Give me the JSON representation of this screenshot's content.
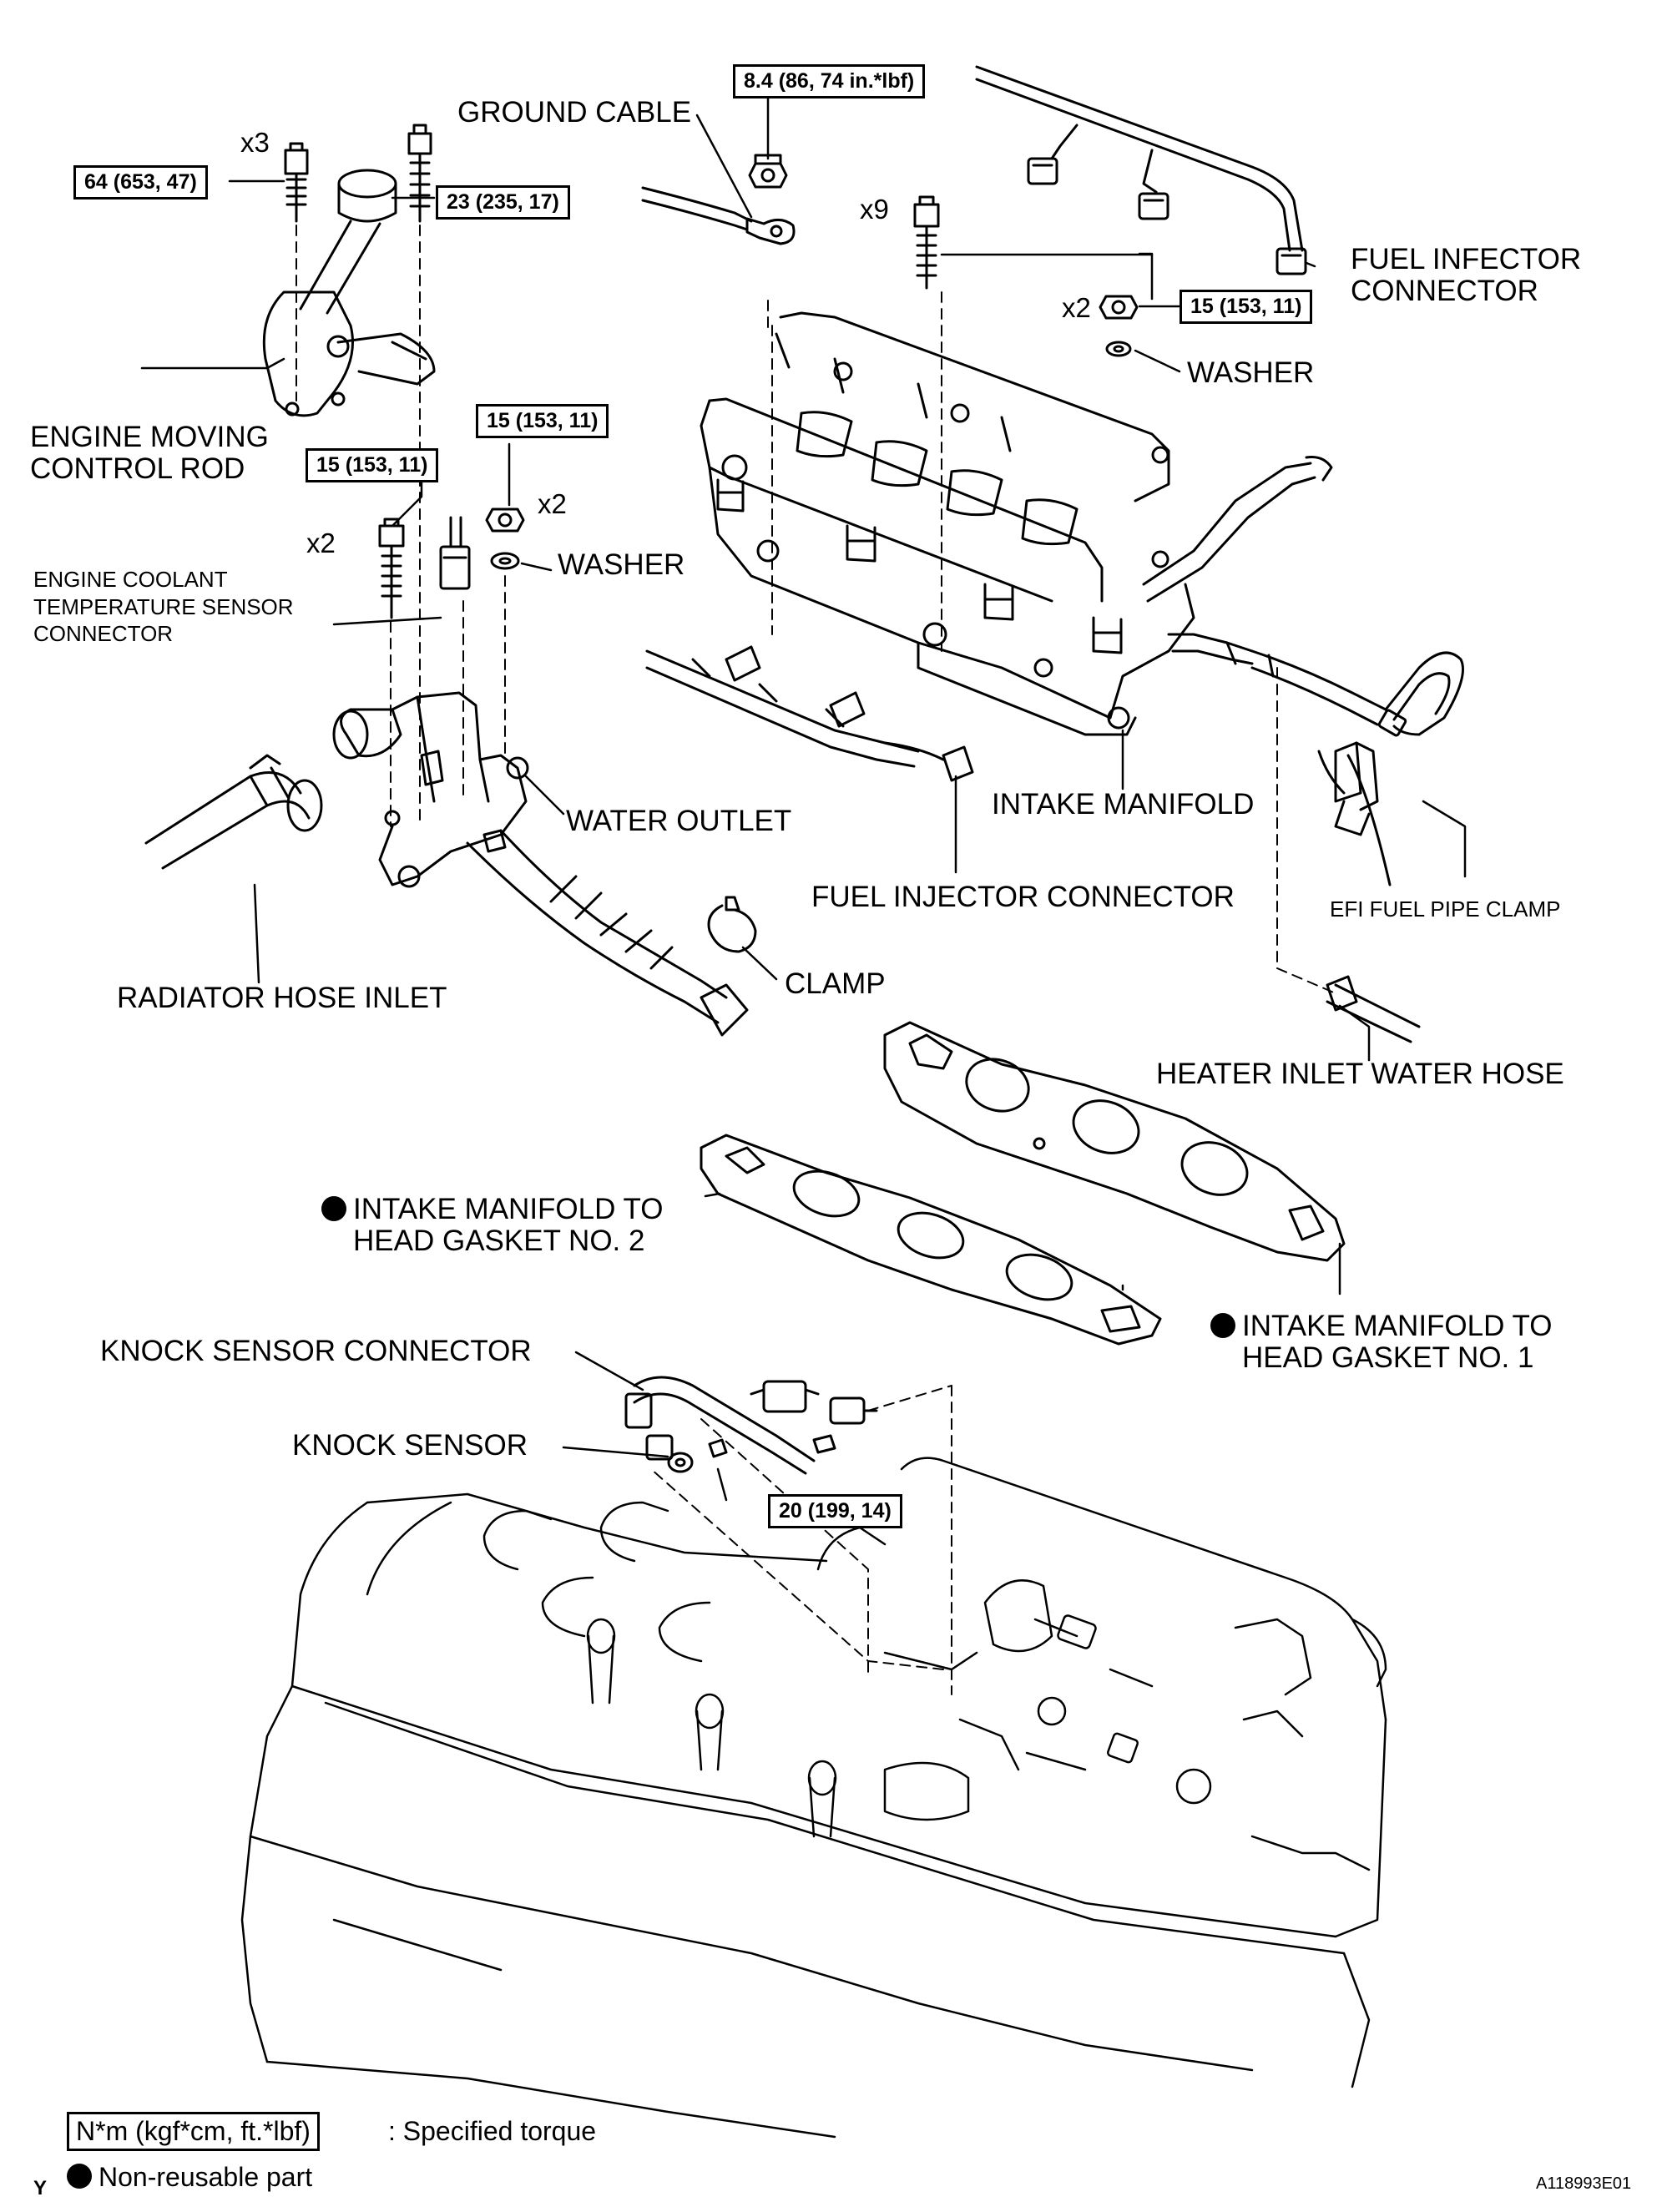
{
  "labels": {
    "ground_cable": "GROUND CABLE",
    "engine_moving_control_rod": "ENGINE MOVING\nCONTROL ROD",
    "fuel_infector_connector": "FUEL INFECTOR\nCONNECTOR",
    "washer_upper": "WASHER",
    "washer_lower": "WASHER",
    "engine_coolant_sensor_connector": "ENGINE COOLANT\nTEMPERATURE SENSOR\nCONNECTOR",
    "water_outlet": "WATER OUTLET",
    "intake_manifold": "INTAKE MANIFOLD",
    "efi_fuel_pipe_clamp": "EFI FUEL PIPE CLAMP",
    "fuel_injector_connector": "FUEL INJECTOR CONNECTOR",
    "clamp": "CLAMP",
    "radiator_hose_inlet": "RADIATOR HOSE INLET",
    "heater_inlet_water_hose": "HEATER INLET WATER HOSE",
    "gasket_no2": "INTAKE MANIFOLD TO\nHEAD GASKET NO. 2",
    "gasket_no1": "INTAKE MANIFOLD TO\nHEAD GASKET NO. 1",
    "knock_sensor_connector": "KNOCK SENSOR CONNECTOR",
    "knock_sensor": "KNOCK SENSOR"
  },
  "torques": {
    "t_84": "8.4 (86, 74 in.*lbf)",
    "t_64": "64 (653, 47)",
    "t_23": "23 (235, 17)",
    "t_15_injector_nut": "15 (153, 11)",
    "t_15_outlet_nut": "15 (153, 11)",
    "t_15_outlet_bolt": "15 (153, 11)",
    "t_20": "20 (199, 14)"
  },
  "quantities": {
    "x3": "x3",
    "x9": "x9",
    "x2_injector": "x2",
    "x2_outlet_nut": "x2",
    "x2_outlet_bolt": "x2"
  },
  "legend": {
    "torque_unit": "N*m (kgf*cm, ft.*lbf)",
    "torque_text": ": Specified torque",
    "nonreusable_text": "Non-reusable part"
  },
  "corner_mark": "Y",
  "figure_id": "A118993E01"
}
